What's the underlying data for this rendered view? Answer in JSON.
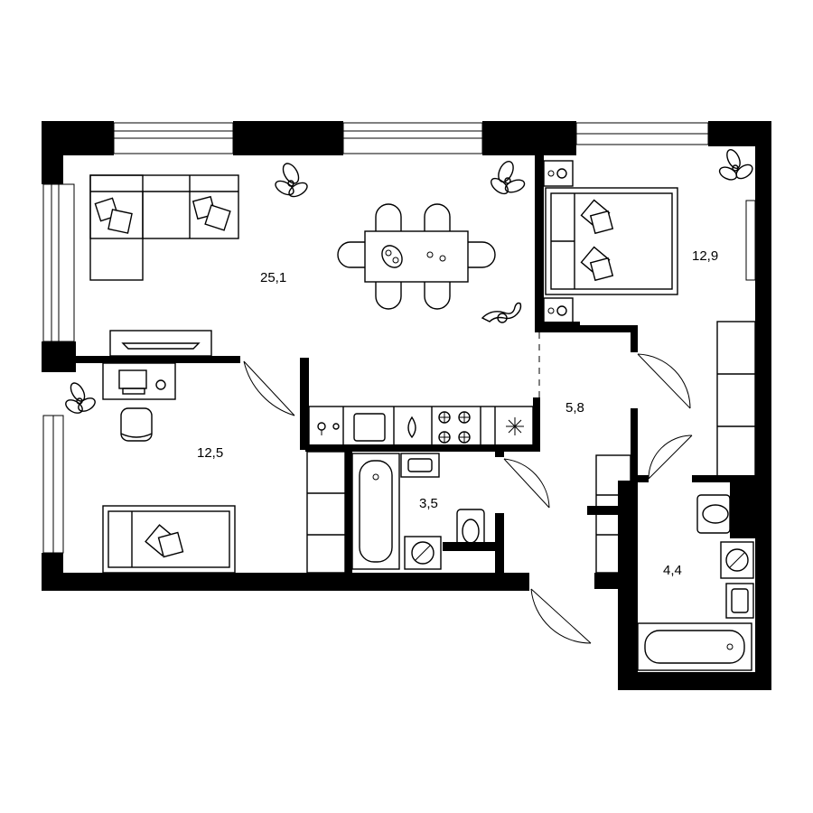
{
  "plan": {
    "rooms": [
      {
        "id": "living",
        "area": "25,1"
      },
      {
        "id": "bedroom-right",
        "area": "12,9"
      },
      {
        "id": "bedroom-left",
        "area": "12,5"
      },
      {
        "id": "hall",
        "area": "5,8"
      },
      {
        "id": "bathroom-small",
        "area": "3,5"
      },
      {
        "id": "bathroom-large",
        "area": "4,4"
      }
    ]
  }
}
